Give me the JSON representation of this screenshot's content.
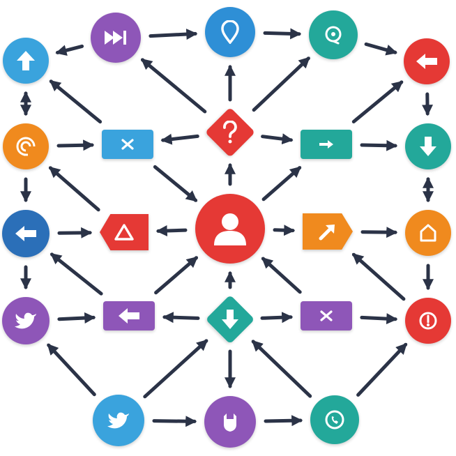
{
  "colors": {
    "arrow": "#2b3347",
    "red": "#e53935",
    "blue": "#2e8fd6",
    "blue_dark": "#2b6fb8",
    "purple": "#8e56b8",
    "teal": "#23a89a",
    "orange": "#f08a1e",
    "sky": "#3aa3dd",
    "white": "#ffffff"
  },
  "nodes": [
    {
      "id": "n-left-top",
      "shape": "circle",
      "color": "sky",
      "icon": "arrow-up-icon"
    },
    {
      "id": "n-purple-top",
      "shape": "circle",
      "color": "purple",
      "icon": "fast-forward-icon"
    },
    {
      "id": "n-location",
      "shape": "circle",
      "color": "blue",
      "icon": "location-pin-icon"
    },
    {
      "id": "n-teal-top",
      "shape": "circle",
      "color": "teal",
      "icon": "refresh-icon"
    },
    {
      "id": "n-right-top",
      "shape": "circle",
      "color": "red",
      "icon": "arrow-left-icon"
    },
    {
      "id": "n-orange-left",
      "shape": "circle",
      "color": "orange",
      "icon": "spiral-icon"
    },
    {
      "id": "n-x-blue",
      "shape": "rect",
      "color": "sky",
      "icon": "close-icon"
    },
    {
      "id": "n-question",
      "shape": "diamond",
      "color": "red",
      "icon": "question-icon"
    },
    {
      "id": "n-arrow-teal",
      "shape": "rect",
      "color": "teal",
      "icon": "arrow-right-icon"
    },
    {
      "id": "n-down-teal",
      "shape": "circle",
      "color": "teal",
      "icon": "arrow-down-icon"
    },
    {
      "id": "n-left-blue",
      "shape": "circle",
      "color": "blue_dark",
      "icon": "arrow-left-icon"
    },
    {
      "id": "n-warning",
      "shape": "tag",
      "color": "red",
      "icon": "triangle-icon"
    },
    {
      "id": "n-user",
      "shape": "circle",
      "color": "red",
      "icon": "user-icon"
    },
    {
      "id": "n-orange-tag",
      "shape": "tag",
      "color": "orange",
      "icon": "arrow-up-right-icon"
    },
    {
      "id": "n-home",
      "shape": "circle",
      "color": "orange",
      "icon": "home-icon"
    },
    {
      "id": "n-twitter-left",
      "shape": "circle",
      "color": "purple",
      "icon": "bird-icon"
    },
    {
      "id": "n-back-purple",
      "shape": "rect",
      "color": "purple",
      "icon": "arrow-left-icon"
    },
    {
      "id": "n-download",
      "shape": "diamond",
      "color": "teal",
      "icon": "arrow-down-icon"
    },
    {
      "id": "n-x-purple",
      "shape": "rect",
      "color": "purple",
      "icon": "close-icon"
    },
    {
      "id": "n-power",
      "shape": "circle",
      "color": "red",
      "icon": "power-icon"
    },
    {
      "id": "n-twitter-bottom",
      "shape": "circle",
      "color": "sky",
      "icon": "bird-icon"
    },
    {
      "id": "n-shield",
      "shape": "circle",
      "color": "purple",
      "icon": "shield-icon"
    },
    {
      "id": "n-phone",
      "shape": "circle",
      "color": "teal",
      "icon": "phone-icon"
    }
  ],
  "edges": [
    [
      "n-purple-top",
      "n-location"
    ],
    [
      "n-location",
      "n-teal-top"
    ],
    [
      "n-teal-top",
      "n-right-top"
    ],
    [
      "n-purple-top",
      "n-left-top"
    ],
    [
      "n-left-top",
      "n-orange-left"
    ],
    [
      "n-orange-left",
      "n-left-top"
    ],
    [
      "n-orange-left",
      "n-x-blue"
    ],
    [
      "n-question",
      "n-x-blue"
    ],
    [
      "n-question",
      "n-arrow-teal"
    ],
    [
      "n-arrow-teal",
      "n-down-teal"
    ],
    [
      "n-right-top",
      "n-down-teal"
    ],
    [
      "n-down-teal",
      "n-home"
    ],
    [
      "n-home",
      "n-power"
    ],
    [
      "n-question",
      "n-location"
    ],
    [
      "n-user",
      "n-question"
    ],
    [
      "n-question",
      "n-purple-top"
    ],
    [
      "n-question",
      "n-teal-top"
    ],
    [
      "n-x-blue",
      "n-left-top"
    ],
    [
      "n-arrow-teal",
      "n-right-top"
    ],
    [
      "n-orange-left",
      "n-left-blue"
    ],
    [
      "n-left-blue",
      "n-twitter-left"
    ],
    [
      "n-left-blue",
      "n-warning"
    ],
    [
      "n-user",
      "n-warning"
    ],
    [
      "n-user",
      "n-orange-tag"
    ],
    [
      "n-orange-tag",
      "n-home"
    ],
    [
      "n-x-blue",
      "n-user"
    ],
    [
      "n-user",
      "n-arrow-teal"
    ],
    [
      "n-warning",
      "n-orange-left"
    ],
    [
      "n-home",
      "n-down-teal"
    ],
    [
      "n-twitter-left",
      "n-back-purple"
    ],
    [
      "n-back-purple",
      "n-left-blue"
    ],
    [
      "n-download",
      "n-back-purple"
    ],
    [
      "n-download",
      "n-x-purple"
    ],
    [
      "n-x-purple",
      "n-power"
    ],
    [
      "n-download",
      "n-user"
    ],
    [
      "n-back-purple",
      "n-user"
    ],
    [
      "n-x-purple",
      "n-user"
    ],
    [
      "n-power",
      "n-orange-tag"
    ],
    [
      "n-download",
      "n-shield"
    ],
    [
      "n-twitter-bottom",
      "n-twitter-left"
    ],
    [
      "n-twitter-bottom",
      "n-download"
    ],
    [
      "n-phone",
      "n-power"
    ],
    [
      "n-phone",
      "n-download"
    ],
    [
      "n-twitter-bottom",
      "n-shield"
    ],
    [
      "n-shield",
      "n-phone"
    ]
  ]
}
